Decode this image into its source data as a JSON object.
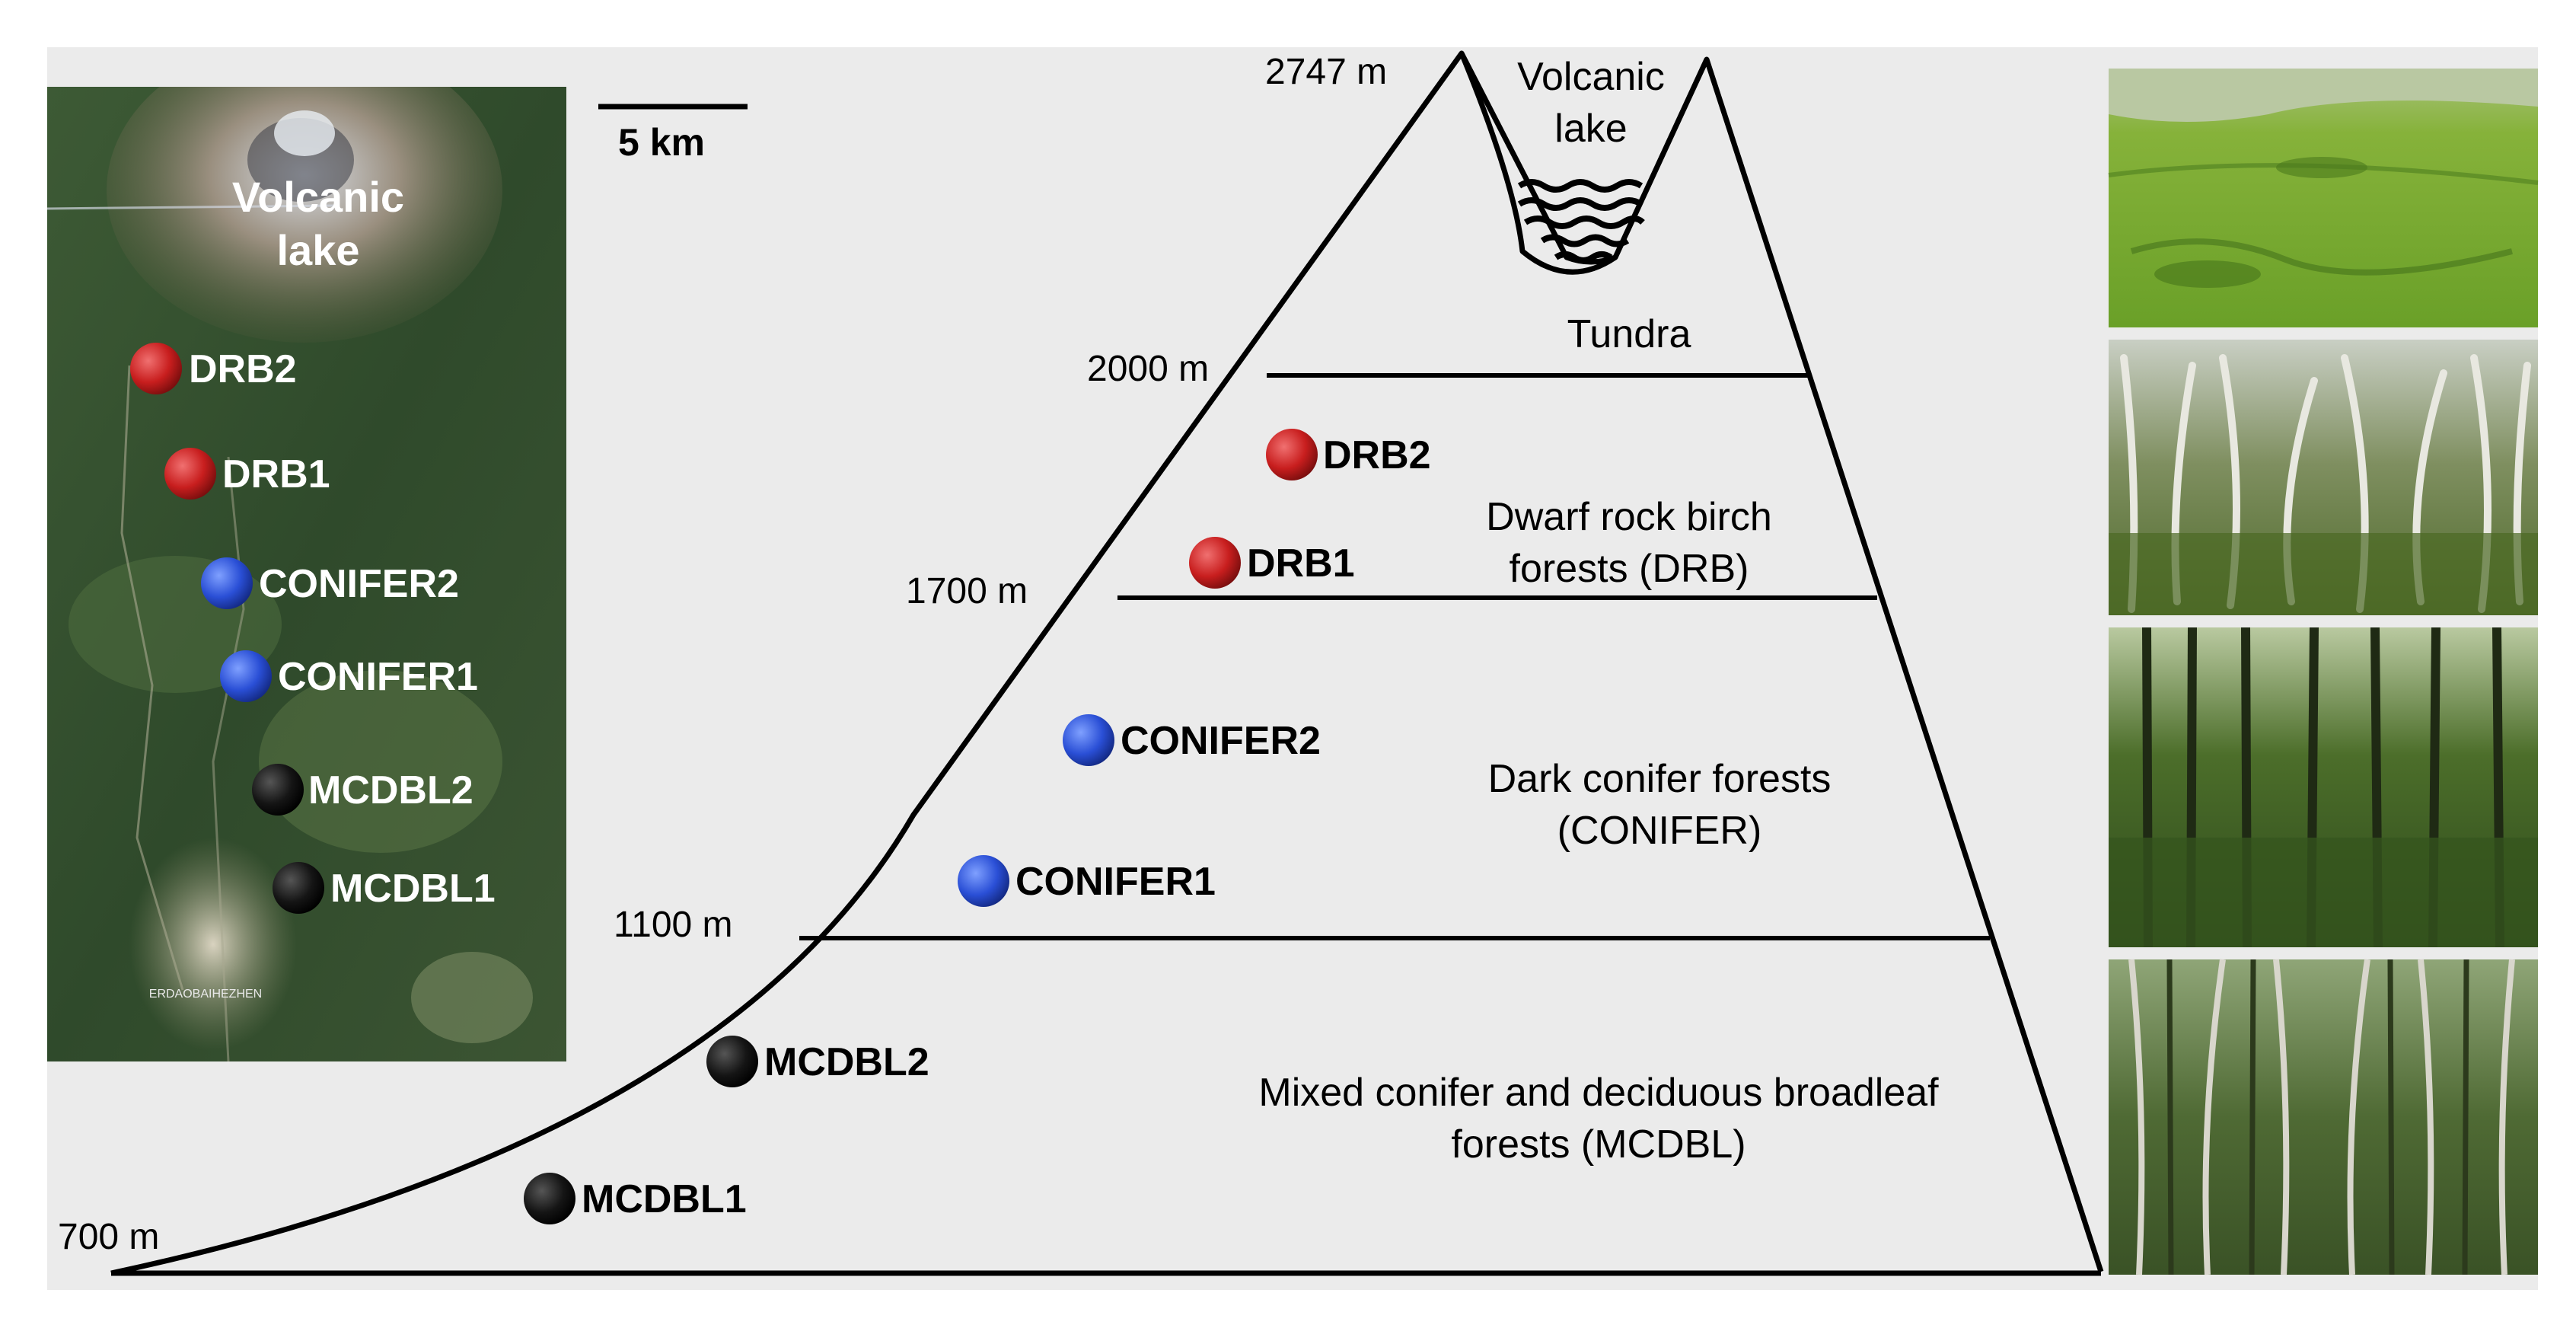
{
  "colors": {
    "panel_bg": "#ebebeb",
    "dot_red": "#c81e1e",
    "dot_blue": "#2a4fd6",
    "dot_black": "#111111",
    "line": "#000000"
  },
  "map": {
    "lake_label_line1": "Volcanic",
    "lake_label_line2": "lake",
    "town_label": "ERDAOBAIHEZHEN",
    "sites": [
      "DRB2",
      "DRB1",
      "CONIFER2",
      "CONIFER1",
      "MCDBL2",
      "MCDBL1"
    ]
  },
  "scale_bar": {
    "label": "5 km"
  },
  "profile": {
    "elevations": {
      "peak": "2747 m",
      "e2000": "2000 m",
      "e1700": "1700 m",
      "e1100": "1100 m",
      "e700": "700 m"
    },
    "zones": {
      "lake_line1": "Volcanic",
      "lake_line2": "lake",
      "tundra": "Tundra",
      "drb_line1": "Dwarf rock birch",
      "drb_line2": "forests (DRB)",
      "conifer_line1": "Dark conifer forests",
      "conifer_line2": "(CONIFER)",
      "mcdbl_line1": "Mixed conifer and deciduous broadleaf",
      "mcdbl_line2": "forests (MCDBL)"
    },
    "sites": [
      "DRB2",
      "DRB1",
      "CONIFER2",
      "CONIFER1",
      "MCDBL2",
      "MCDBL1"
    ]
  },
  "photos": [
    {
      "subject": "tundra-grassland-photo"
    },
    {
      "subject": "dwarf-birch-forest-photo"
    },
    {
      "subject": "conifer-forest-photo"
    },
    {
      "subject": "mixed-broadleaf-forest-photo"
    }
  ]
}
